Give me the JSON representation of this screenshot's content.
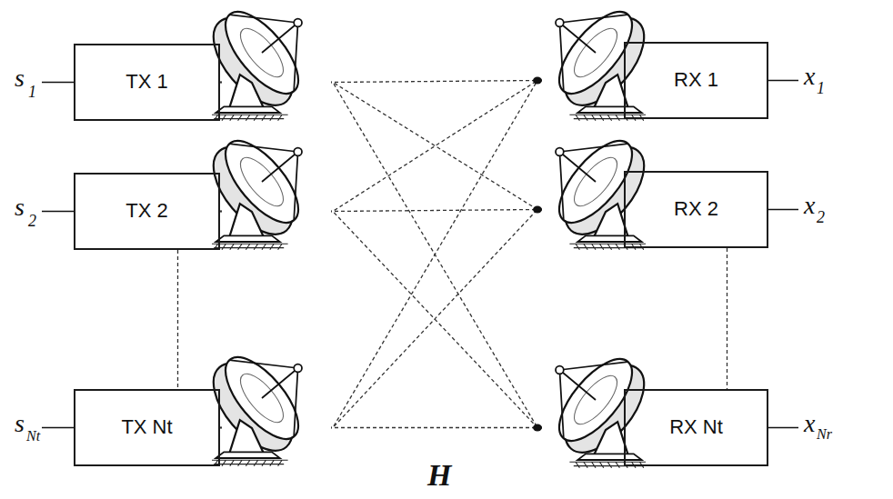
{
  "diagram": {
    "nodes": [
      {
        "text": [
          "TX 1"
        ]
      },
      {
        "text": [
          "TX 2"
        ]
      },
      {
        "text": [
          "TX Nt"
        ]
      },
      {
        "text": [
          "RX 1"
        ]
      },
      {
        "text": [
          "RX 2"
        ]
      },
      {
        "text": [
          "RX Nt"
        ]
      }
    ],
    "edges": [
      {
        "from": 0,
        "to": 3,
        "arrow": "none"
      },
      {
        "from": 0,
        "to": 4,
        "arrow": "none"
      },
      {
        "from": 0,
        "to": 5,
        "arrow": "none"
      },
      {
        "from": 1,
        "to": 3,
        "arrow": "none"
      },
      {
        "from": 1,
        "to": 4,
        "arrow": "none"
      },
      {
        "from": 1,
        "to": 5,
        "arrow": "none"
      },
      {
        "from": 2,
        "to": 3,
        "arrow": "none"
      },
      {
        "from": 2,
        "to": 4,
        "arrow": "none"
      },
      {
        "from": 2,
        "to": 5,
        "arrow": "none"
      },
      {
        "from": 1,
        "to": 2,
        "arrow": "none"
      },
      {
        "from": 4,
        "to": 5,
        "arrow": "none"
      }
    ],
    "labels": [
      "s",
      "1",
      "s",
      "2",
      "s",
      "Nt",
      "x",
      "1",
      "x",
      "2",
      "x",
      "Nr",
      "H"
    ]
  }
}
